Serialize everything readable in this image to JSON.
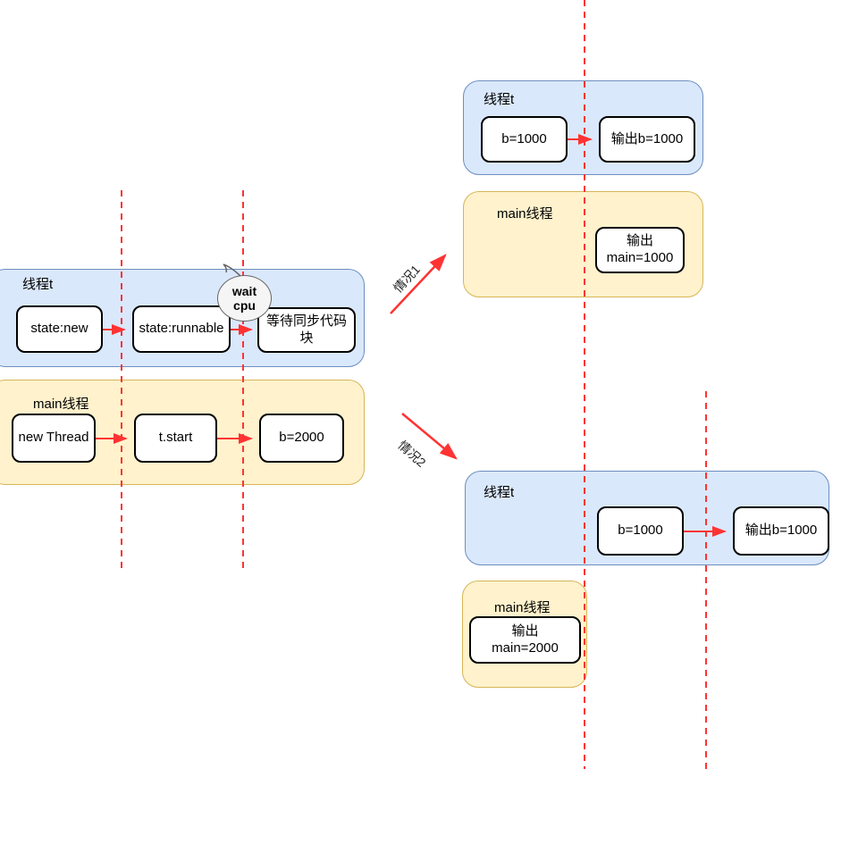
{
  "colors": {
    "blue_fill": "#dae8fc",
    "blue_stroke": "#6c8ebf",
    "yellow_fill": "#fff2cc",
    "yellow_stroke": "#d6b656",
    "node_fill": "#ffffff",
    "node_stroke": "#000000",
    "red": "#ff3333"
  },
  "diagram": {
    "left": {
      "thread": {
        "title": "线程t",
        "steps": [
          "state:new",
          "state:runnable",
          "等待同步代码块"
        ]
      },
      "main": {
        "title": "main线程",
        "steps": [
          "new Thread",
          "t.start",
          "b=2000"
        ]
      },
      "bubble": "wait\ncpu"
    },
    "scenario1": {
      "arrow_label": "情况1",
      "thread": {
        "title": "线程t",
        "steps": [
          "b=1000",
          "输出b=1000"
        ]
      },
      "main": {
        "title": "main线程",
        "output": "输出\nmain=1000"
      }
    },
    "scenario2": {
      "arrow_label": "情况2",
      "thread": {
        "title": "线程t",
        "steps": [
          "b=1000",
          "输出b=1000"
        ]
      },
      "main": {
        "title": "main线程",
        "output": "输出\nmain=2000"
      }
    }
  }
}
